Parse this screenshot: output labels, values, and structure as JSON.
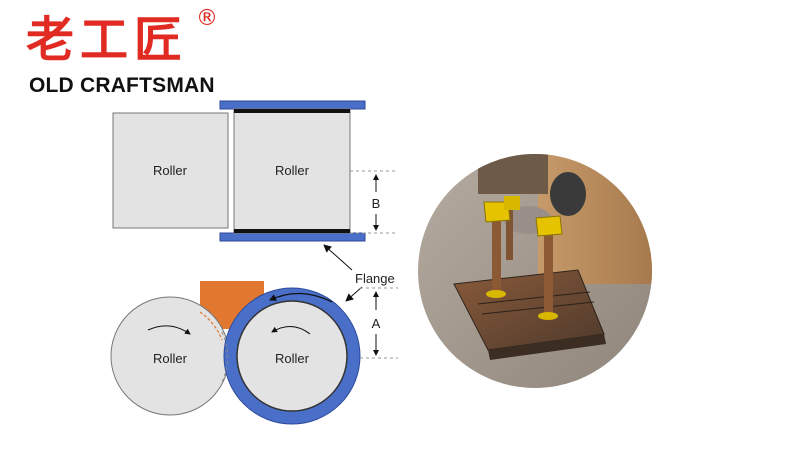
{
  "logo": {
    "cn": "老工匠",
    "reg": "®",
    "en": "OLD CRAFTSMAN"
  },
  "diagram": {
    "top_left_roller": "Roller",
    "top_right_roller": "Roller",
    "bottom_left_roller": "Roller",
    "bottom_right_roller": "Roller",
    "dimension_b": "B",
    "dimension_a": "A",
    "flange": "Flange"
  },
  "colors": {
    "flange_blue": "#4a6fc9",
    "block_orange": "#e2772f",
    "roller_gray": "#e3e3e3",
    "logo_red": "#e02a22"
  }
}
